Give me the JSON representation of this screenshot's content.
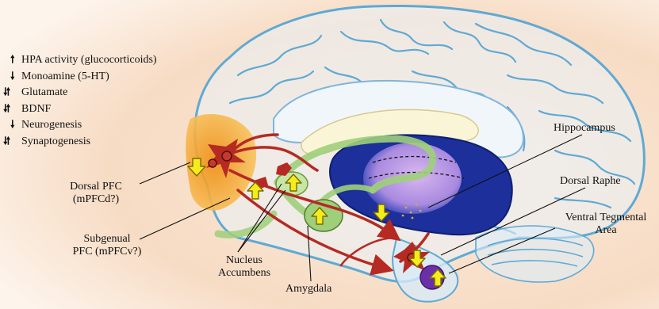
{
  "legend": [
    {
      "direction": "up",
      "text": "HPA activity (glucocorticoids)"
    },
    {
      "direction": "down",
      "text": "Monoamine (5-HT)"
    },
    {
      "direction": "down-up",
      "text": "Glutamate"
    },
    {
      "direction": "down-up",
      "text": "BDNF"
    },
    {
      "direction": "down",
      "text": "Neurogenesis"
    },
    {
      "direction": "down-up",
      "text": "Synaptogenesis"
    }
  ],
  "labels": {
    "dorsal_pfc": [
      "Dorsal PFC",
      "(mPFCd?)"
    ],
    "subgenual_pfc": [
      "Subgenual",
      "PFC (mPFCv?)"
    ],
    "nucleus_accumbens": [
      "Nucleus",
      "Accumbens"
    ],
    "amygdala": "Amygdala",
    "hippocampus": "Hippocampus",
    "dorsal_raphe": "Dorsal Raphe",
    "vta": [
      "Ventral Tegmental",
      "Area"
    ]
  },
  "icons": {
    "up": "arrow-up-icon",
    "down": "arrow-down-icon",
    "down_up": "arrow-down-up-icon"
  },
  "colors": {
    "brain_outline": "#5fa9d4",
    "frontal_orange": "#f4a52a",
    "neuron_red": "#b52a22",
    "limbic_green": "#9fcf7a",
    "hippocampus_blue": "#1c2f9a",
    "yellow_arrow": "#f4ec1c",
    "vta_purple": "#6b2fa8"
  }
}
